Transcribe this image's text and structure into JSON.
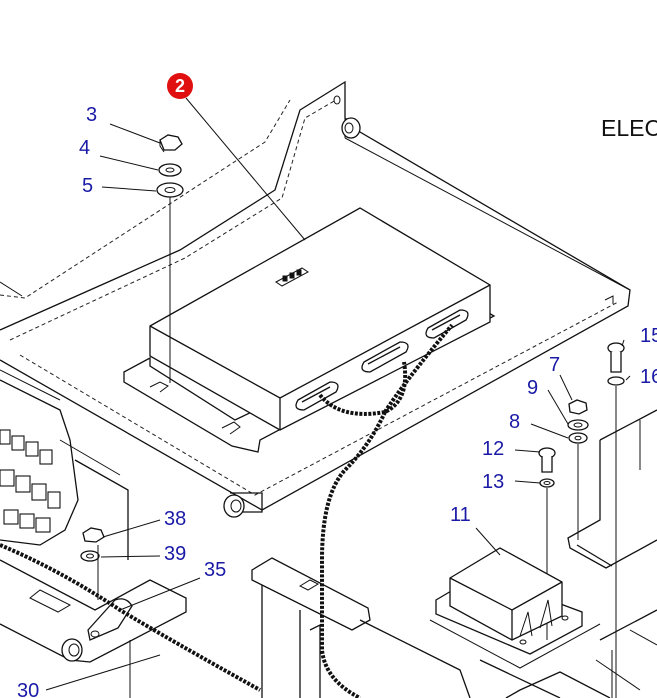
{
  "diagram": {
    "section_label": "ELEC",
    "highlighted_part": {
      "number": "2",
      "color": "#e01010"
    },
    "callout_color": "#1a1aa6",
    "callouts": [
      {
        "number": "3"
      },
      {
        "number": "4"
      },
      {
        "number": "5"
      },
      {
        "number": "15"
      },
      {
        "number": "16"
      },
      {
        "number": "7"
      },
      {
        "number": "9"
      },
      {
        "number": "8"
      },
      {
        "number": "12"
      },
      {
        "number": "13"
      },
      {
        "number": "11"
      },
      {
        "number": "38"
      },
      {
        "number": "39"
      },
      {
        "number": "35"
      },
      {
        "number": "30"
      }
    ]
  }
}
